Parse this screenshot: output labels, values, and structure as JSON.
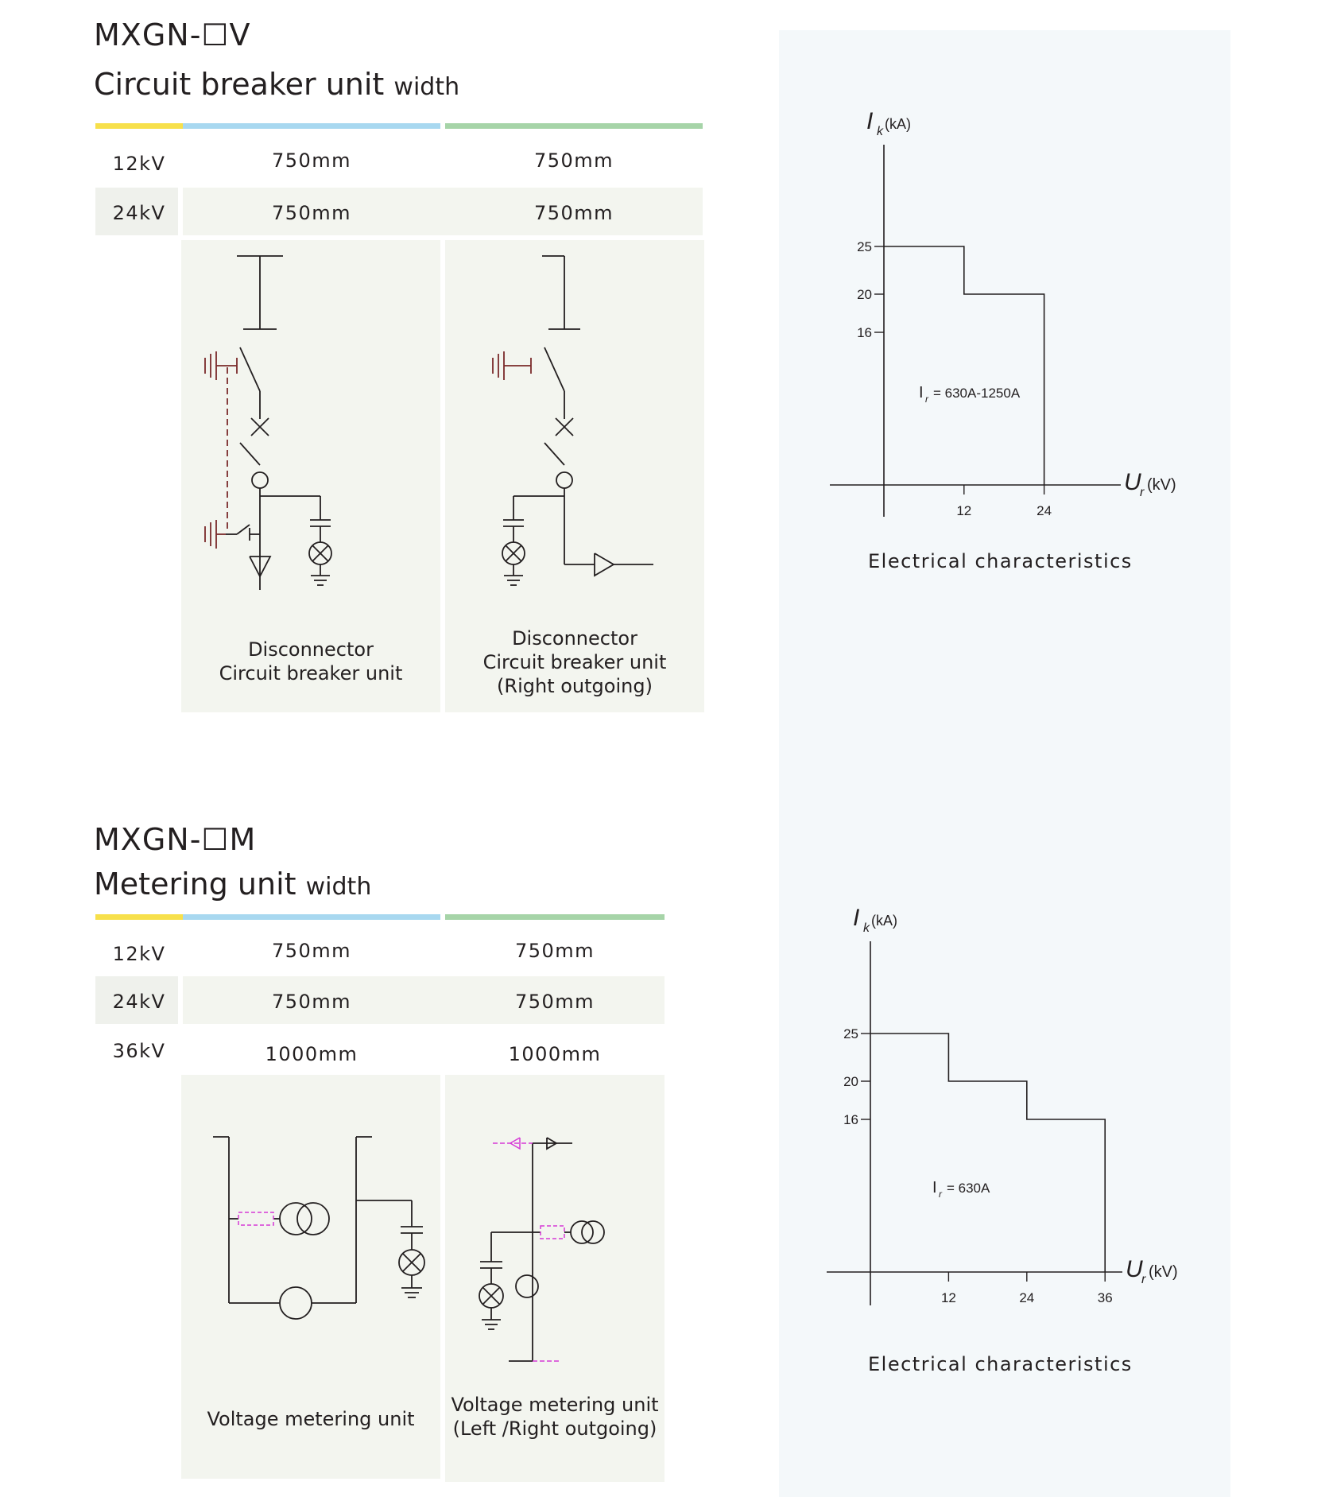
{
  "section1": {
    "model": "MXGN-☐V",
    "title": "Circuit breaker unit",
    "title_suffix": "width",
    "rows": [
      {
        "voltage": "12kV",
        "col1": "750mm",
        "col2": "750mm"
      },
      {
        "voltage": "24kV",
        "col1": "750mm",
        "col2": "750mm"
      }
    ],
    "units": [
      {
        "caption_lines": [
          "Disconnector",
          "Circuit breaker unit"
        ]
      },
      {
        "caption_lines": [
          "Disconnector",
          "Circuit breaker unit",
          "(Right outgoing)"
        ]
      }
    ]
  },
  "section2": {
    "model": "MXGN-☐M",
    "title": "Metering unit",
    "title_suffix": "width",
    "rows": [
      {
        "voltage": "12kV",
        "col1": "750mm",
        "col2": "750mm"
      },
      {
        "voltage": "24kV",
        "col1": "750mm",
        "col2": "750mm"
      },
      {
        "voltage": "36kV",
        "col1": "1000mm",
        "col2": "1000mm"
      }
    ],
    "units": [
      {
        "caption_lines": [
          "Voltage metering unit"
        ]
      },
      {
        "caption_lines": [
          "Voltage metering unit",
          "(Left /Right outgoing)"
        ]
      }
    ]
  },
  "colors": {
    "bar_yellow": "#f7e04b",
    "bar_blue": "#a8d8f0",
    "bar_green": "#a6d4a8",
    "magenta": "#d63ad6",
    "earth_red": "#7a2a2a"
  },
  "chart_data": [
    {
      "type": "line",
      "title": "Electrical characteristics",
      "ylabel_main": "I",
      "ylabel_sub": "k",
      "ylabel_unit": "(kA)",
      "xlabel_main": "U",
      "xlabel_sub": "r",
      "xlabel_unit": "(kV)",
      "yticks": [
        16,
        20,
        25
      ],
      "xticks": [
        12,
        24
      ],
      "annotation": {
        "main": "I",
        "sub": "r",
        "text": "= 630A-1250A"
      },
      "series": [
        {
          "x": [
            0,
            12,
            12,
            24,
            24
          ],
          "y": [
            25,
            25,
            20,
            20,
            0
          ]
        }
      ]
    },
    {
      "type": "line",
      "title": "Electrical characteristics",
      "ylabel_main": "I",
      "ylabel_sub": "k",
      "ylabel_unit": "(kA)",
      "xlabel_main": "U",
      "xlabel_sub": "r",
      "xlabel_unit": "(kV)",
      "yticks": [
        16,
        20,
        25
      ],
      "xticks": [
        12,
        24,
        36
      ],
      "annotation": {
        "main": "I",
        "sub": "r",
        "text": "= 630A"
      },
      "series": [
        {
          "x": [
            0,
            12,
            12,
            24,
            24,
            36,
            36
          ],
          "y": [
            25,
            25,
            20,
            20,
            16,
            16,
            0
          ]
        }
      ]
    }
  ]
}
